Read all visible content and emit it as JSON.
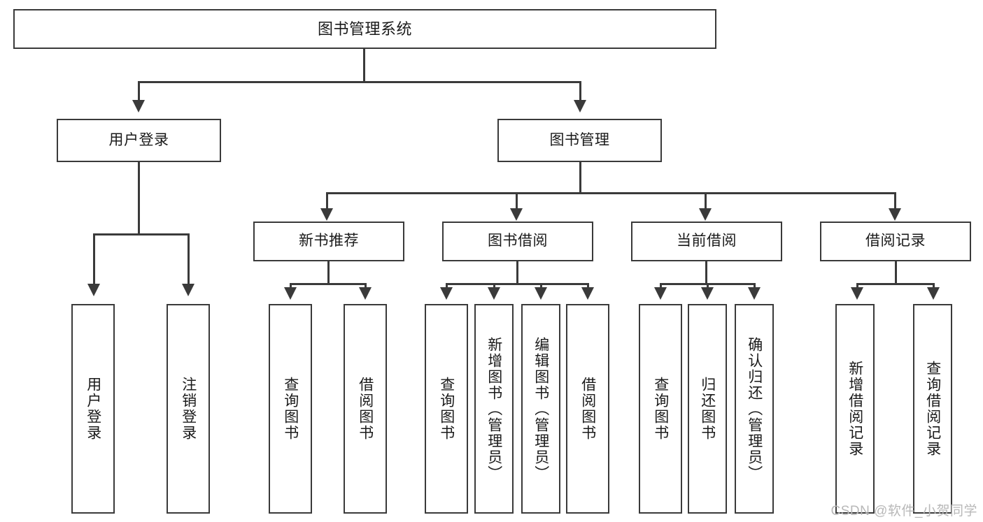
{
  "diagram": {
    "type": "tree",
    "title": "图书管理系统",
    "root": {
      "id": "root",
      "label": "图书管理系统"
    },
    "level2": [
      {
        "id": "user-login",
        "label": "用户登录"
      },
      {
        "id": "book-manage",
        "label": "图书管理"
      }
    ],
    "level3": [
      {
        "id": "new-book-recommend",
        "label": "新书推荐",
        "parent": "book-manage"
      },
      {
        "id": "book-borrow",
        "label": "图书借阅",
        "parent": "book-manage"
      },
      {
        "id": "current-borrow",
        "label": "当前借阅",
        "parent": "book-manage"
      },
      {
        "id": "borrow-record",
        "label": "借阅记录",
        "parent": "book-manage"
      }
    ],
    "leaves": {
      "user_login": [
        {
          "id": "leaf-user-login",
          "label": "用户登录"
        },
        {
          "id": "leaf-user-logout",
          "label": "注销登录"
        }
      ],
      "new_book_recommend": [
        {
          "id": "leaf-query-book-1",
          "label": "查询图书"
        },
        {
          "id": "leaf-borrow-book-1",
          "label": "借阅图书"
        }
      ],
      "book_borrow": [
        {
          "id": "leaf-query-book-2",
          "label": "查询图书"
        },
        {
          "id": "leaf-add-book",
          "label": "新增图书（管理员）"
        },
        {
          "id": "leaf-edit-book",
          "label": "编辑图书（管理员）"
        },
        {
          "id": "leaf-borrow-book-2",
          "label": "借阅图书"
        }
      ],
      "current_borrow": [
        {
          "id": "leaf-query-book-3",
          "label": "查询图书"
        },
        {
          "id": "leaf-return-book",
          "label": "归还图书"
        },
        {
          "id": "leaf-confirm-return",
          "label": "确认归还（管理员）"
        }
      ],
      "borrow_record": [
        {
          "id": "leaf-add-record",
          "label": "新增借阅记录"
        },
        {
          "id": "leaf-query-record",
          "label": "查询借阅记录"
        }
      ]
    }
  },
  "watermark": {
    "text": "CSDN @软件_小贺同学"
  },
  "colors": {
    "stroke": "#3a3a3a",
    "text": "#1a1a1a",
    "background": "#ffffff",
    "watermark": "#b8b8b8"
  }
}
